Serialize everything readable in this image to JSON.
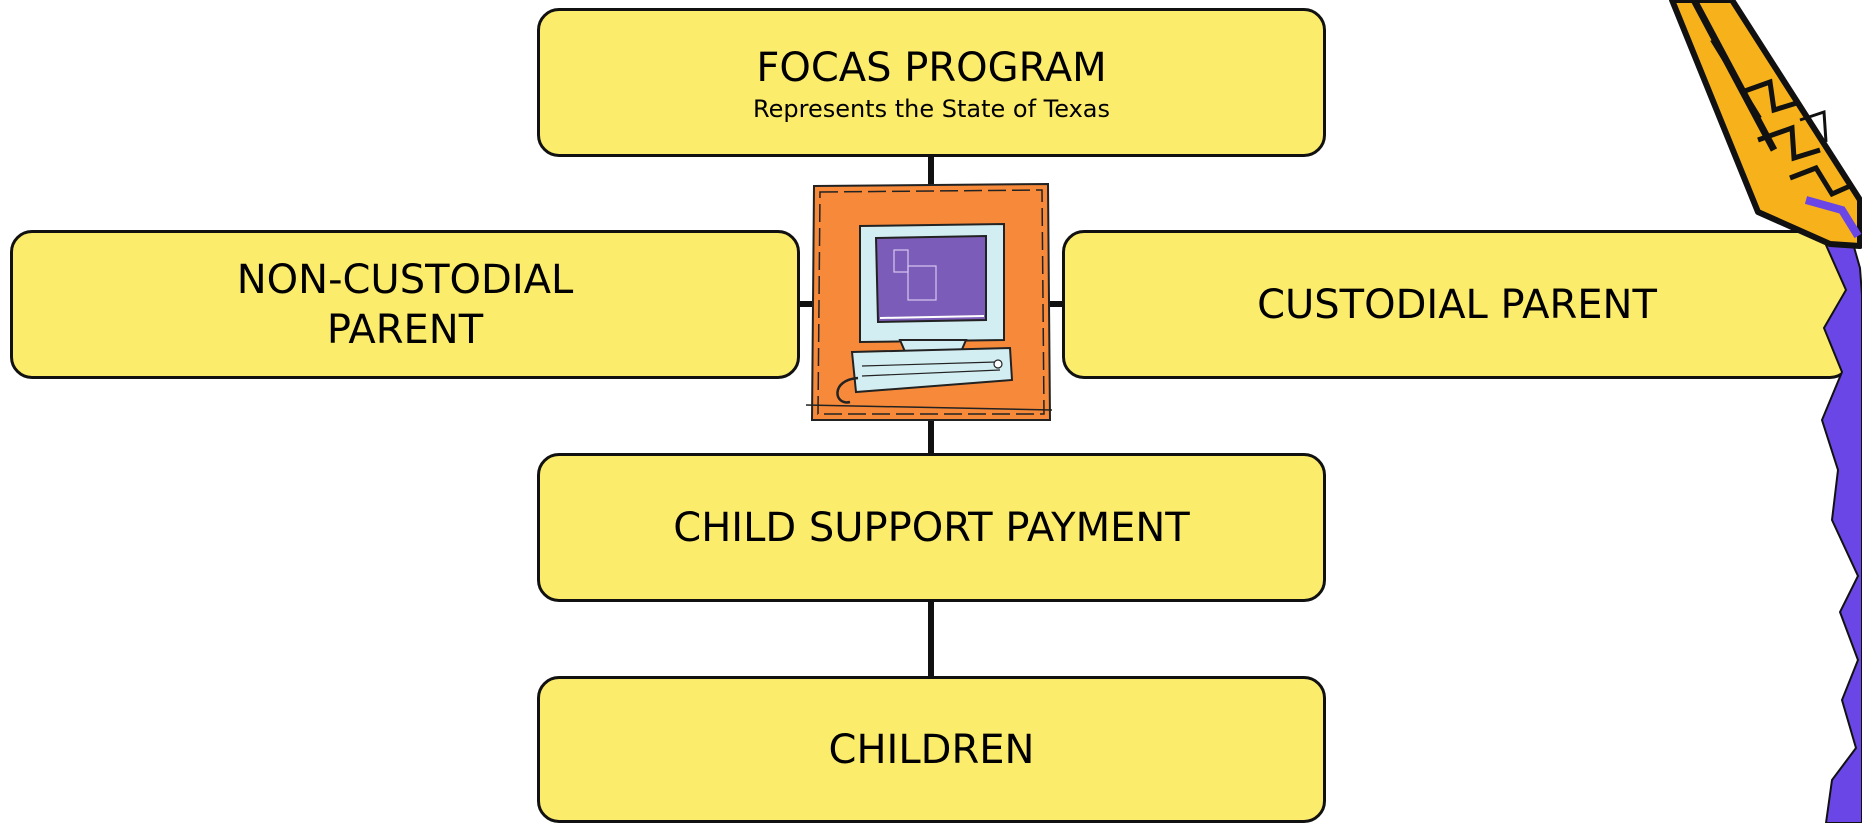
{
  "diagram": {
    "nodes": [
      {
        "id": "focas",
        "label": "FOCAS PROGRAM",
        "sublabel": "Represents the State of Texas"
      },
      {
        "id": "noncustodial",
        "label": "NON-CUSTODIAL\nPARENT"
      },
      {
        "id": "custodial",
        "label": "CUSTODIAL PARENT"
      },
      {
        "id": "payment",
        "label": "CHILD SUPPORT PAYMENT"
      },
      {
        "id": "children",
        "label": "CHILDREN"
      }
    ],
    "edges": [
      {
        "from": "focas",
        "to": "payment"
      },
      {
        "from": "noncustodial",
        "to": "custodial"
      },
      {
        "from": "payment",
        "to": "children"
      }
    ],
    "icons": [
      "computer-clipart-icon",
      "pencil-clipart-icon"
    ],
    "colors": {
      "box_fill": "#FCEC6C",
      "stroke": "#111111",
      "tile": "#F68A3A",
      "screen": "#7B5CB8",
      "pencil_body": "#F7B21B",
      "pencil_tip": "#6A46E6"
    }
  }
}
